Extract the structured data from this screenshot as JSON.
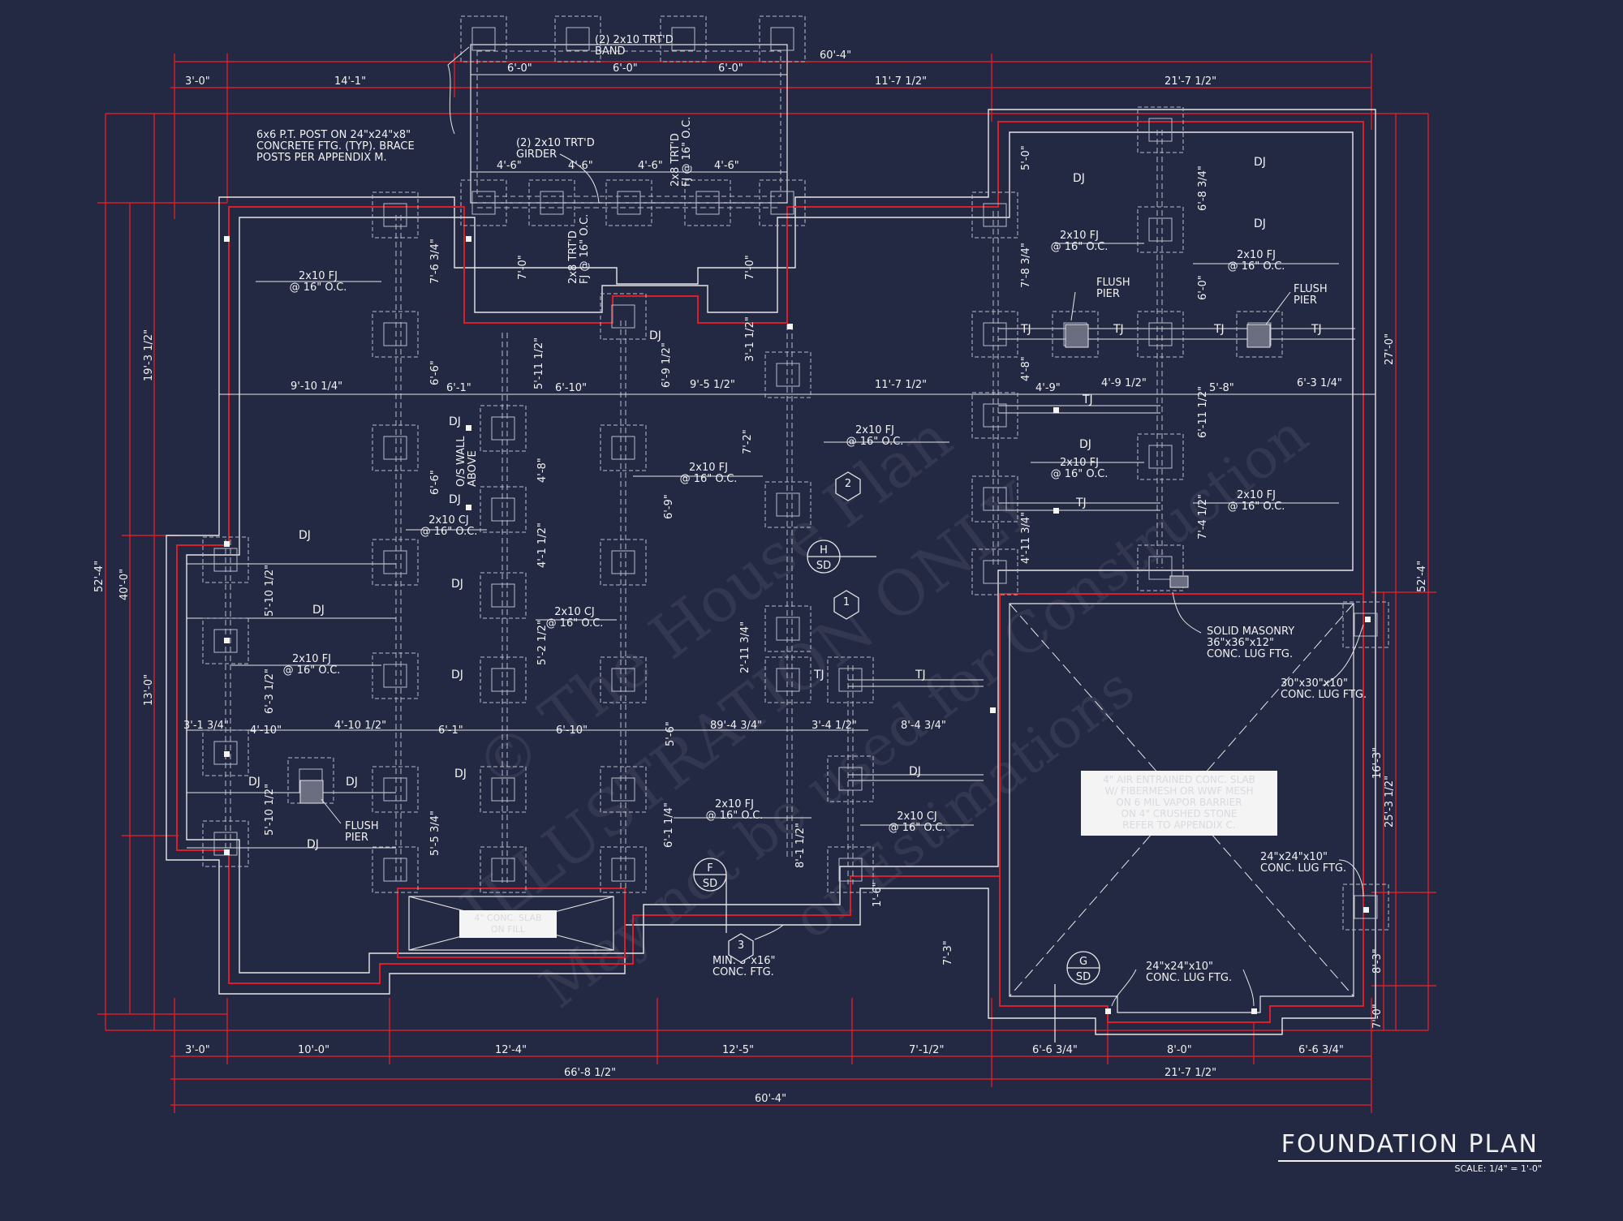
{
  "title": {
    "name": "FOUNDATION PLAN",
    "scale": "SCALE: 1/4\" = 1'-0\""
  },
  "colors": {
    "background": "#232843",
    "dimension_red": "#d8202a",
    "line_white": "#e6e6e6",
    "dashed_grey": "#b8bcc8"
  },
  "watermark": {
    "lines": [
      "© The House Plan",
      "ILLUSTRATION ONLY",
      "May not be used for Construction",
      "or Estimations"
    ]
  },
  "dimensions": {
    "top_overall": "60'-4\"",
    "top_left_1": "3'-0\"",
    "top_left_2": "14'-1\"",
    "top_mid": "11'-7 1/2\"",
    "top_right": "21'-7 1/2\"",
    "porch_1": "6'-0\"",
    "porch_2": "6'-0\"",
    "porch_3": "6'-0\"",
    "porch_4": "4'-6\"",
    "porch_5": "4'-6\"",
    "porch_6": "4'-6\"",
    "porch_7": "4'-6\"",
    "bottom_1": "3'-0\"",
    "bottom_2": "10'-0\"",
    "bottom_3": "12'-4\"",
    "bottom_4": "12'-5\"",
    "bottom_5": "7'-1/2\"",
    "bottom_6": "6'-6 3/4\"",
    "bottom_7": "8'-0\"",
    "bottom_8": "6'-6 3/4\"",
    "bottom_mid": "66'-8 1/2\"",
    "bottom_right": "21'-7 1/2\"",
    "bottom_overall": "60'-4\"",
    "left_overall": "52'-4\"",
    "left_1": "40'-0\"",
    "left_2": "19'-3 1/2\"",
    "left_3": "13'-0\"",
    "right_overall": "52'-4\"",
    "right_1": "27'-0\"",
    "right_2": "25'-3 1/2\"",
    "right_3": "16'-3\"",
    "right_4": "8'-3\"",
    "right_5": "7'-0\"",
    "inner": [
      "9'-10 1/4\"",
      "6'-1\"",
      "5'-11 1/2\"",
      "6'-10\"",
      "6'-9 1/2\"",
      "9'-5 1/2\"",
      "11'-7 1/2\"",
      "4'-9\"",
      "4'-9 1/2\"",
      "5'-8\"",
      "6'-3 1/4\"",
      "7'-6 3/4\"",
      "6'-6\"",
      "4'-8\"",
      "4'-1 1/2\"",
      "5'-2 1/2\"",
      "6'-9\"",
      "7'-2\"",
      "6'-6\"",
      "4'-10\"",
      "4'-10 1/2\"",
      "6'-1\"",
      "6'-10\"",
      "5'-6\"",
      "89'-4 3/4\"",
      "3'-4 1/2\"",
      "8'-4 3/4\"",
      "3'-1 3/4\"",
      "5'-10 1/2\"",
      "6'-3 1/2\"",
      "5'-10 1/2\"",
      "5'-5 3/4\"",
      "6'-1 1/4\"",
      "8'-1 1/2\"",
      "2'-11 3/4\"",
      "6'-8 3/4\"",
      "6'-0\"",
      "7'-8 3/4\"",
      "6'-11 1/2\"",
      "4'-8\"",
      "7'-4 1/2\"",
      "4'-11 3/4\"",
      "5'-0\"",
      "7'-0\"",
      "7'-0\"",
      "3'-1 1/2\"",
      "1'-6\"",
      "7'-3\""
    ]
  },
  "annotations": {
    "band": "(2) 2x10 TRT'D\nBAND",
    "post": "6x6 P.T. POST ON 24\"x24\"x8\"\nCONCRETE FTG. (TYP). BRACE\nPOSTS PER APPENDIX M.",
    "girder": "(2) 2x10 TRT'D\nGIRDER",
    "porch_joists_v": "2x8 TRT'D\nFJ @ 16\" O.C.",
    "porch_joists_v2": "2x8 TRT'D\nFJ @ 16\" O.C.",
    "wall_above": "O/S WALL\nABOVE",
    "flush_pier": "FLUSH\nPIER",
    "solid_masonry": "SOLID MASONRY\n36\"x36\"x12\"\nCONC. LUG FTG.",
    "lug_30": "30\"x30\"x10\"\nCONC. LUG FTG.",
    "lug_24a": "24\"x24\"x10\"\nCONC. LUG FTG.",
    "lug_24b": "24\"x24\"x10\"\nCONC. LUG FTG.",
    "min_ftg": "MIN. 8\"x16\"\nCONC. FTG.",
    "slab_note": "4\" AIR ENTRAINED CONC. SLAB\nW/ FIBERMESH OR WWF MESH\nON 6 MIL VAPOR BARRIER\nON 4\" CRUSHED STONE\nREFER TO APPENDIX C.",
    "stoop_note": "4\" CONC. SLAB\nON FILL",
    "fj": "2x10 FJ\n@ 16\" O.C.",
    "cj": "2x10 CJ\n@ 16\" O.C.",
    "dj": "DJ",
    "tj": "TJ"
  },
  "tags": {
    "hex_1": "1",
    "hex_2": "2",
    "hex_3": "3",
    "sd_h_top": "H",
    "sd_h_bot": "SD",
    "sd_f_top": "F",
    "sd_f_bot": "SD",
    "sd_g_top": "G",
    "sd_g_bot": "SD"
  }
}
